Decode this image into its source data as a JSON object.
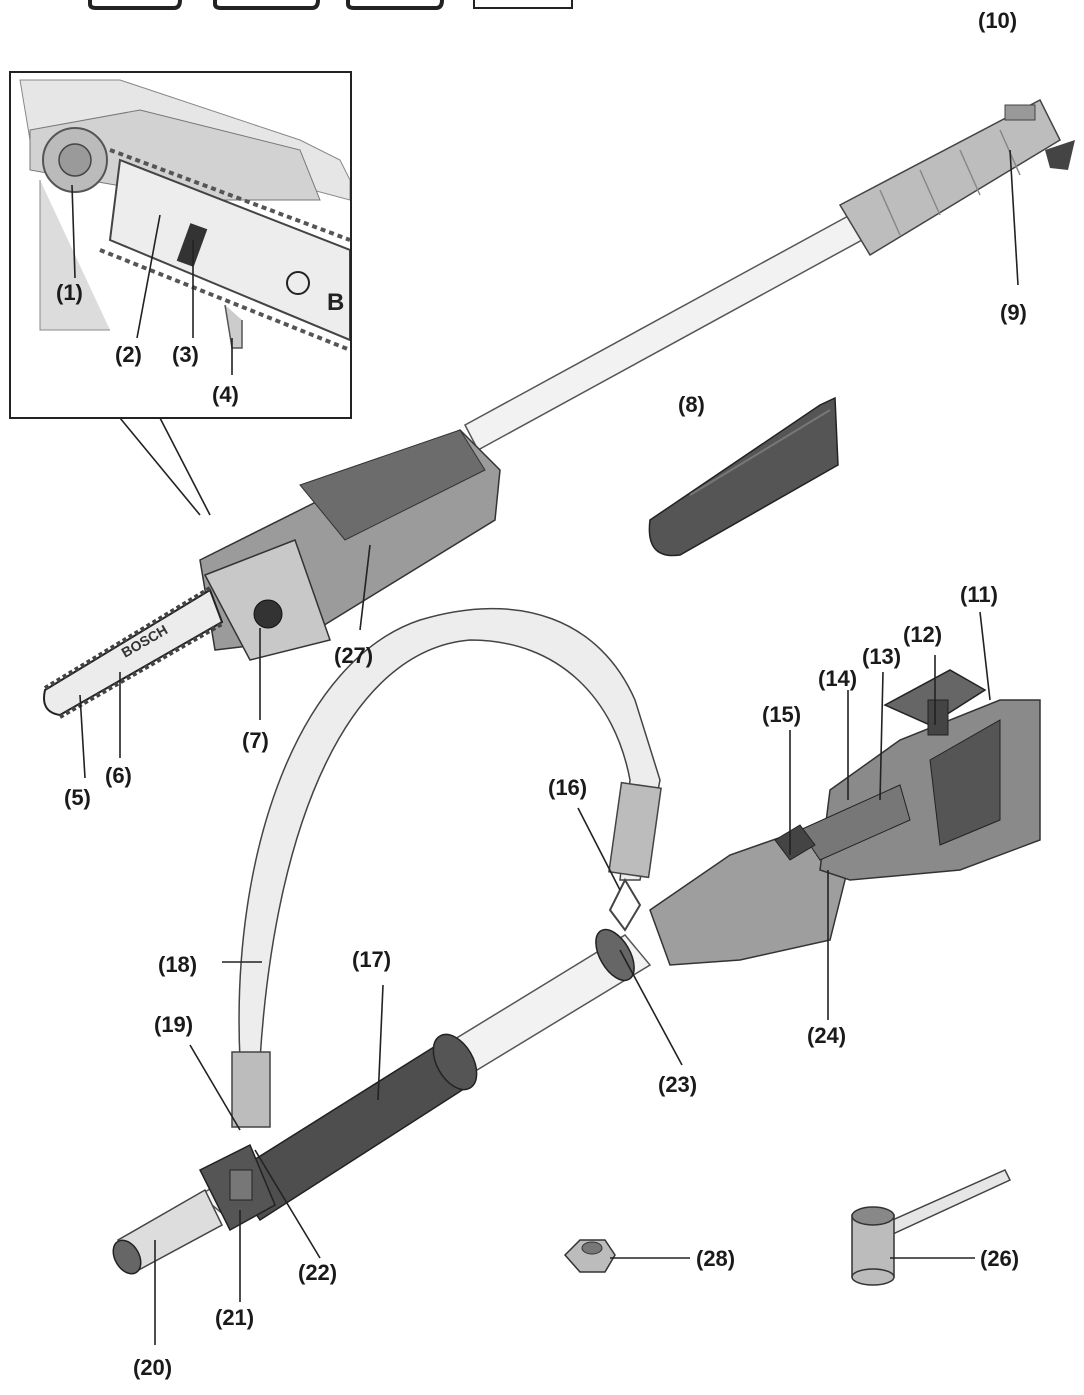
{
  "labels": {
    "p1": "(1)",
    "p2": "(2)",
    "p3": "(3)",
    "p4": "(4)",
    "p5": "(5)",
    "p6": "(6)",
    "p7": "(7)",
    "p8": "(8)",
    "p9": "(9)",
    "p10": "(10)",
    "p11": "(11)",
    "p12": "(12)",
    "p13": "(13)",
    "p14": "(14)",
    "p15": "(15)",
    "p16": "(16)",
    "p17": "(17)",
    "p18": "(18)",
    "p19": "(19)",
    "p20": "(20)",
    "p21": "(21)",
    "p22": "(22)",
    "p23": "(23)",
    "p24": "(24)",
    "p26": "(26)",
    "p27": "(27)",
    "p28": "(28)"
  },
  "brand": {
    "bar_text": "BOSCH",
    "inset_text": "B"
  }
}
